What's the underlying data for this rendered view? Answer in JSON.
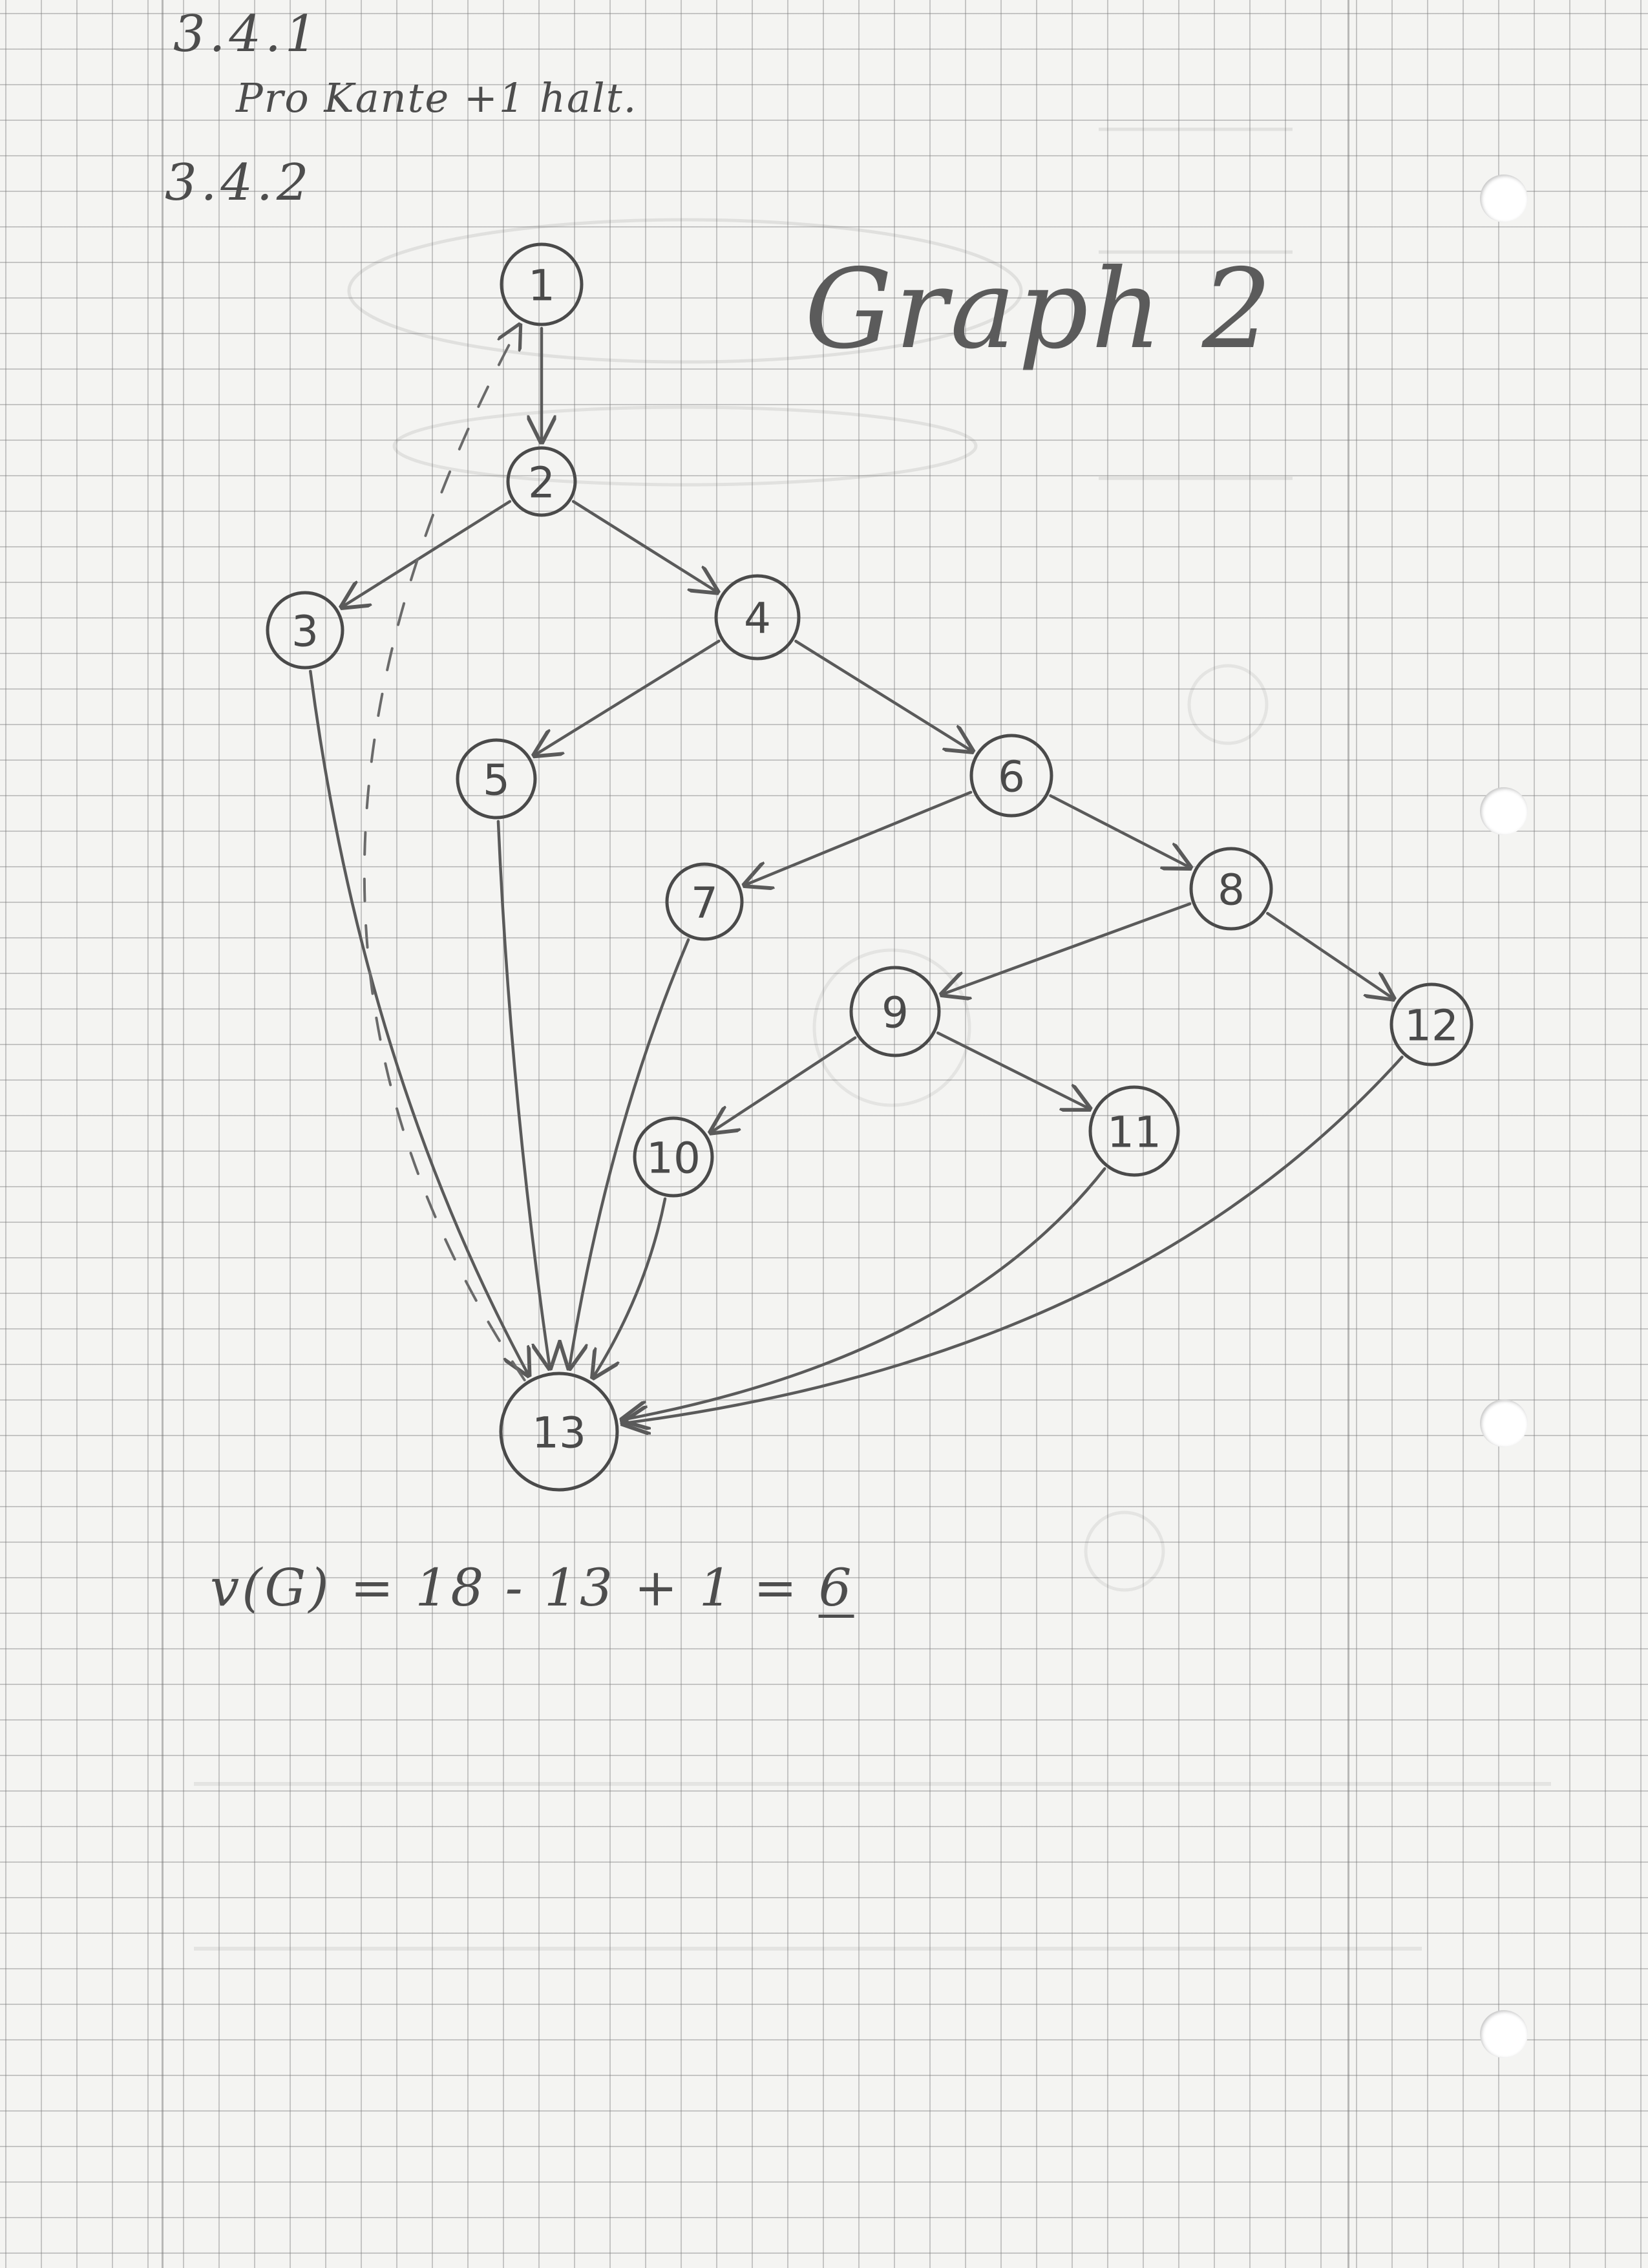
{
  "page": {
    "heading_1": "3.4.1",
    "note_1": "Pro Kante +1 halt.",
    "heading_2": "3.4.2",
    "graph_title": "Graph 2",
    "formula_prefix": "v(G) = 18 - 13 + 1 = ",
    "formula_result": "6"
  },
  "graph": {
    "nodes": [
      {
        "id": "1",
        "label": "1"
      },
      {
        "id": "2",
        "label": "2"
      },
      {
        "id": "3",
        "label": "3"
      },
      {
        "id": "4",
        "label": "4"
      },
      {
        "id": "5",
        "label": "5"
      },
      {
        "id": "6",
        "label": "6"
      },
      {
        "id": "7",
        "label": "7"
      },
      {
        "id": "8",
        "label": "8"
      },
      {
        "id": "9",
        "label": "9"
      },
      {
        "id": "10",
        "label": "10"
      },
      {
        "id": "11",
        "label": "11"
      },
      {
        "id": "12",
        "label": "12"
      },
      {
        "id": "13",
        "label": "13"
      }
    ],
    "edges": [
      {
        "from": "1",
        "to": "2"
      },
      {
        "from": "2",
        "to": "3"
      },
      {
        "from": "2",
        "to": "4"
      },
      {
        "from": "4",
        "to": "5"
      },
      {
        "from": "4",
        "to": "6"
      },
      {
        "from": "6",
        "to": "7"
      },
      {
        "from": "6",
        "to": "8"
      },
      {
        "from": "8",
        "to": "9"
      },
      {
        "from": "8",
        "to": "12"
      },
      {
        "from": "9",
        "to": "10"
      },
      {
        "from": "9",
        "to": "11"
      },
      {
        "from": "3",
        "to": "13"
      },
      {
        "from": "5",
        "to": "13"
      },
      {
        "from": "7",
        "to": "13"
      },
      {
        "from": "10",
        "to": "13"
      },
      {
        "from": "11",
        "to": "13"
      },
      {
        "from": "12",
        "to": "13"
      },
      {
        "from": "13",
        "to": "1",
        "style": "dashed"
      }
    ]
  },
  "colors": {
    "pencil": "#4a4a4a",
    "paper": "#f4f4f2",
    "grid": "#8a8a8a"
  }
}
